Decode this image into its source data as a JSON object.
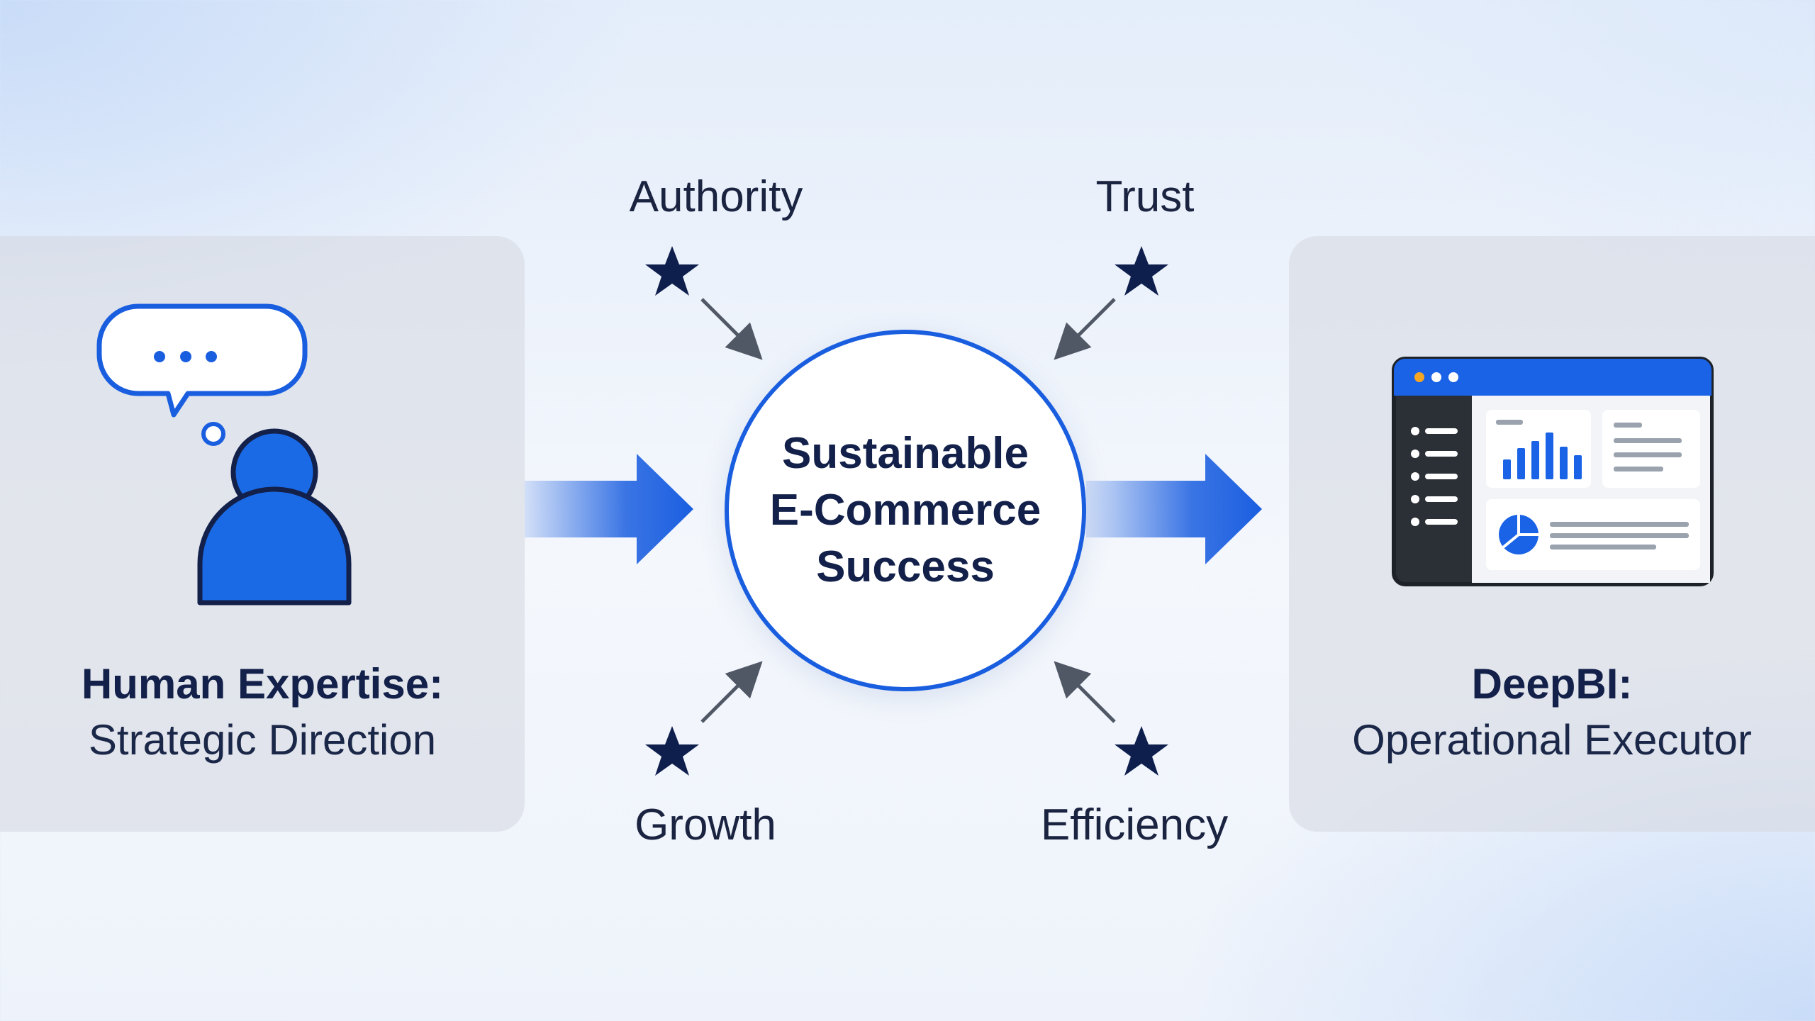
{
  "left_panel": {
    "title": "Human Expertise:",
    "subtitle": "Strategic Direction",
    "icon": "person-thinking-icon"
  },
  "right_panel": {
    "title": "DeepBI:",
    "subtitle": "Operational Executor",
    "icon": "dashboard-window-icon"
  },
  "center": {
    "lines": [
      "Sustainable",
      "E-Commerce",
      "Success"
    ]
  },
  "values": {
    "top_left": "Authority",
    "top_right": "Trust",
    "bottom_left": "Growth",
    "bottom_right": "Efficiency"
  },
  "colors": {
    "accent_blue": "#1a5ee0",
    "navy": "#12204a",
    "star": "#0f1f4d",
    "dashboard_frame": "#2b2f36",
    "window_dot_orange": "#f5a623"
  }
}
